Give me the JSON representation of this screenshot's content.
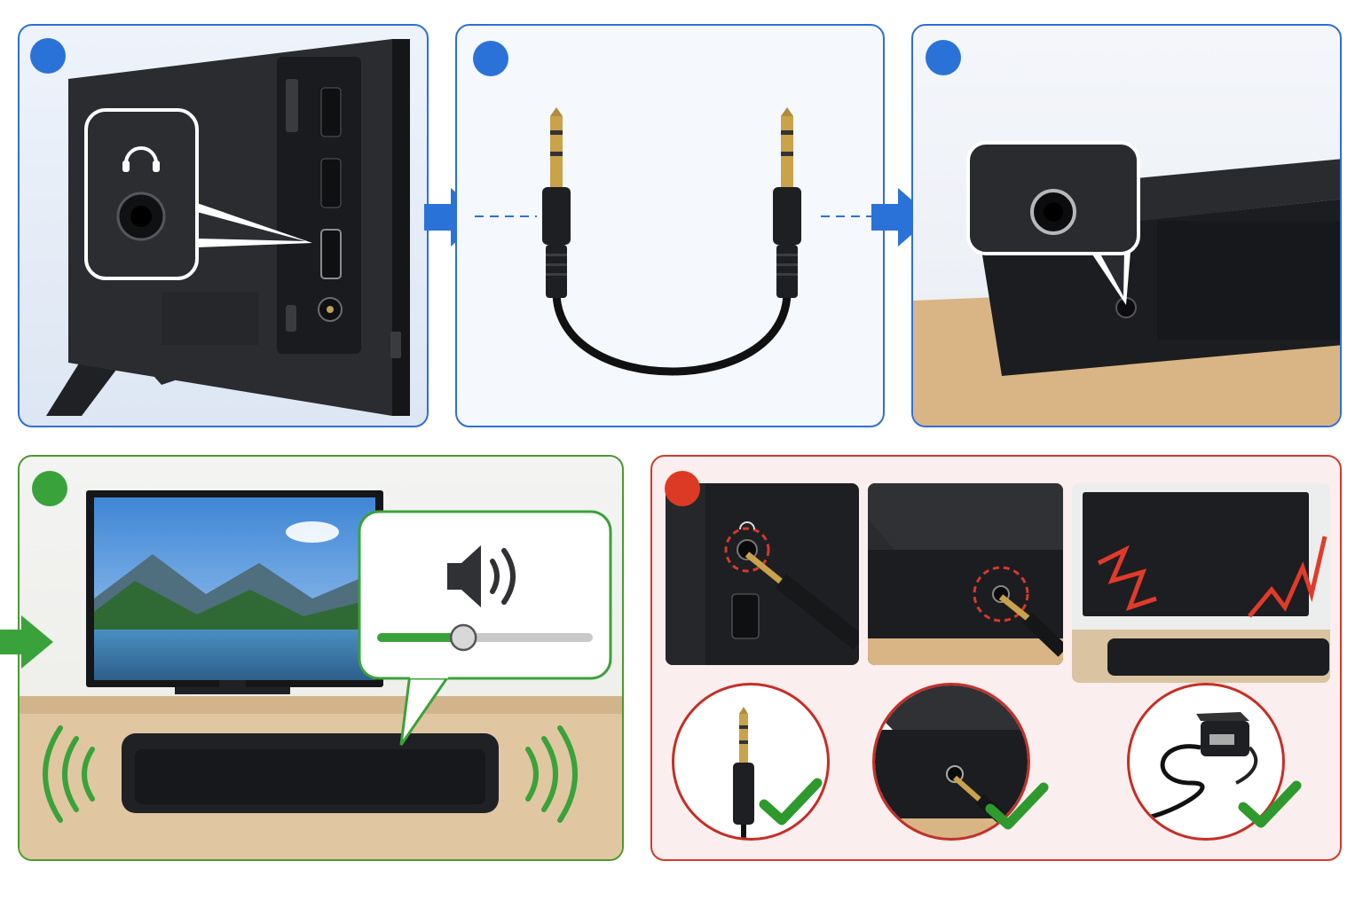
{
  "steps": [
    {
      "id": 1,
      "color": "#2b72d8",
      "icon": "headphone-jack-tv-icon"
    },
    {
      "id": 2,
      "color": "#2b72d8",
      "icon": "aux-cable-icon"
    },
    {
      "id": 3,
      "color": "#2b72d8",
      "icon": "soundbar-aux-input-icon"
    },
    {
      "id": 4,
      "color": "#3aa23a",
      "icon": "volume-speaker-icon"
    },
    {
      "id": 5,
      "color": "#dd3a25",
      "icon": "troubleshooting-icon"
    }
  ],
  "colors": {
    "step_blue": "#2f6fd6",
    "success_green": "#4a9a2e",
    "warning_red": "#d23a2a",
    "check_green": "#2e9a2e",
    "device_black": "#1c1d20",
    "wood": "#d9b585"
  },
  "volume_level": 0.4
}
